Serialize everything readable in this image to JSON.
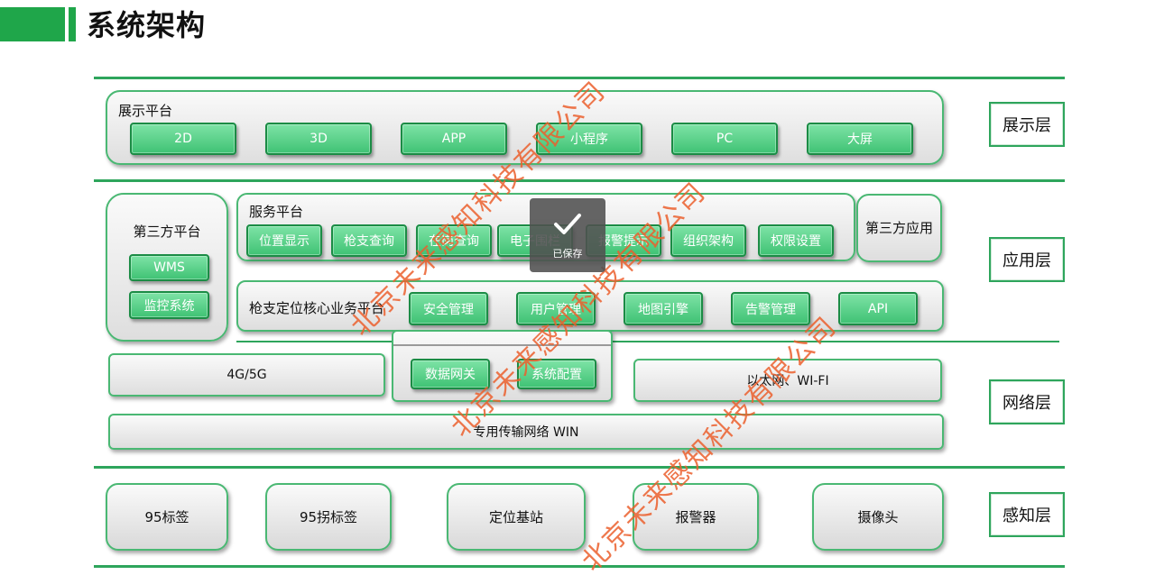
{
  "title": "系统架构",
  "layers": {
    "display": "展示层",
    "application": "应用层",
    "network": "网络层",
    "perception": "感知层"
  },
  "display_platform": {
    "label": "展示平台",
    "items": [
      "2D",
      "3D",
      "APP",
      "小程序",
      "PC",
      "大屏"
    ]
  },
  "third_party_platform": {
    "label": "第三方平台",
    "items": [
      "WMS",
      "监控系统"
    ]
  },
  "service_platform": {
    "label": "服务平台",
    "items": [
      "位置显示",
      "枪支查询",
      "在岗查询",
      "电子围栏",
      "报警提示",
      "组织架构",
      "权限设置"
    ]
  },
  "third_party_app": "第三方应用",
  "core_platform": {
    "label": "枪支定位核心业务平台",
    "items": [
      "安全管理",
      "用户管理",
      "地图引擎",
      "告警管理",
      "API"
    ]
  },
  "network": {
    "mobile": "4G/5G",
    "gateway_items": [
      "数据网关",
      "系统配置"
    ],
    "ethernet": "以太网、WI-FI",
    "private": "专用传输网络 WIN"
  },
  "sensors": [
    "95标签",
    "95拐标签",
    "定位基站",
    "报警器",
    "摄像头"
  ],
  "watermark": "北京未来感知科技有限公司",
  "toast": {
    "label": "已保存"
  },
  "colors": {
    "accent": "#1fa64a",
    "button_green": "#4cc77e",
    "watermark": "#eb5f2d"
  }
}
